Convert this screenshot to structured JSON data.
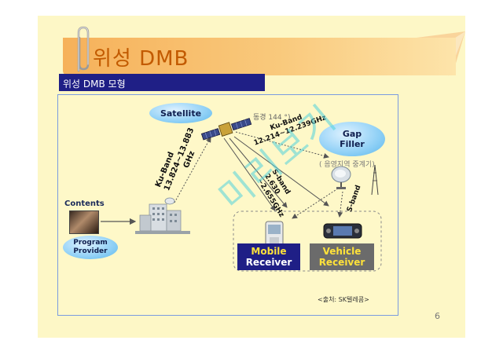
{
  "slide": {
    "title": "위성 DMB",
    "section": "위성 DMB 모형",
    "page_number": "6"
  },
  "diagram": {
    "satellite_label": "Satellite",
    "orbit_label": "동경 144 °)",
    "uplink_band": "Ku-Band",
    "uplink_freq_1": "13.824~13.883",
    "uplink_freq_2": "GHz",
    "downlink_band": "Ku-Band",
    "downlink_freq": "12.214~12.239GHz",
    "sband_label": "S-band",
    "sband_freq_1": "2.630",
    "sband_freq_2": "~2.655GHz",
    "gap_filler_label_1": "Gap",
    "gap_filler_label_2": "Filler",
    "gap_filler_note": "( 음영지역 중계기)",
    "gap_sband_label": "S-band",
    "contents_label": "Contents",
    "program_provider_1": "Program",
    "program_provider_2": "Provider",
    "mobile_receiver_1": "Mobile",
    "mobile_receiver_2": "Receiver",
    "vehicle_receiver_1": "Vehicle",
    "vehicle_receiver_2": "Receiver",
    "source": "<출처: SK텔레콤>"
  },
  "watermark": "미리보기",
  "colors": {
    "title_band": "#f6b15a",
    "title_text": "#c25a00",
    "section_bar": "#1f1f86",
    "mobile_receiver": "#1f1f86",
    "vehicle_receiver": "#6b6b6b",
    "pill": "#8fd0f6"
  }
}
